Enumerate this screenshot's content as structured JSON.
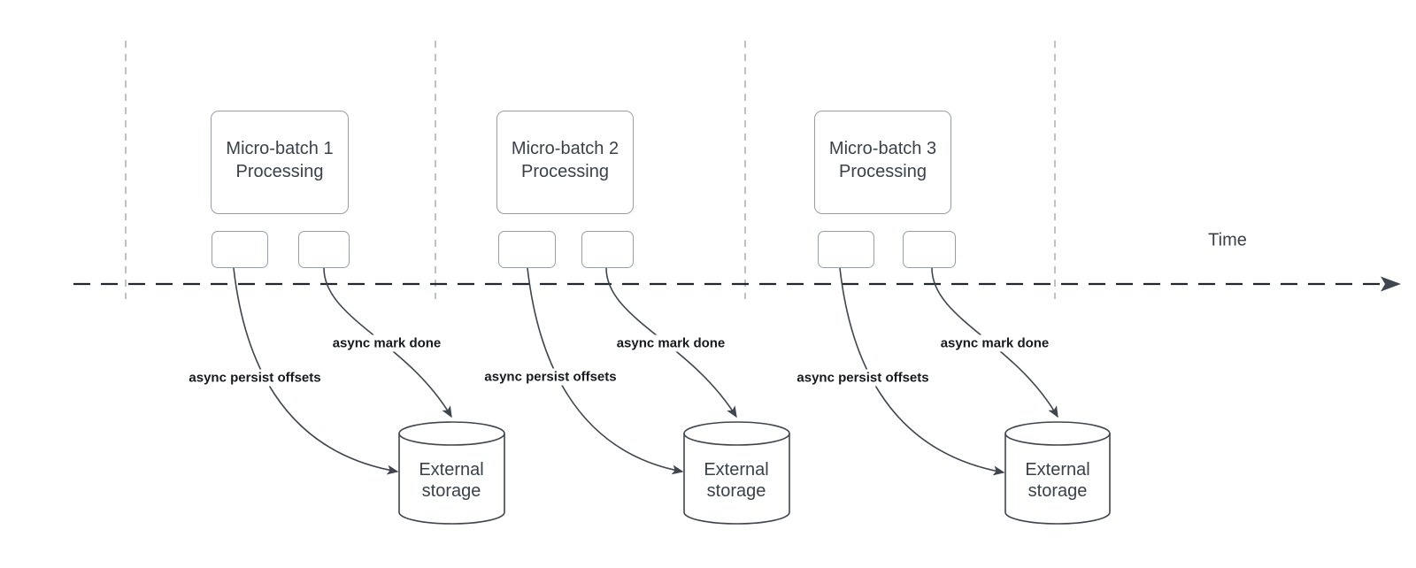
{
  "diagram": {
    "time_axis_label": "Time",
    "groups": [
      {
        "process_label": "Micro-batch 1\nProcessing",
        "persist_arrow_label": "async persist offsets",
        "mark_done_arrow_label": "async mark done",
        "storage_label": "External storage"
      },
      {
        "process_label": "Micro-batch 2\nProcessing",
        "persist_arrow_label": "async persist offsets",
        "mark_done_arrow_label": "async mark done",
        "storage_label": "External storage"
      },
      {
        "process_label": "Micro-batch 3\nProcessing",
        "persist_arrow_label": "async persist offsets",
        "mark_done_arrow_label": "async mark done",
        "storage_label": "External storage"
      }
    ]
  },
  "colors": {
    "bg": "#ffffff",
    "box-border": "#989ea6",
    "shape-stroke": "#3f4650",
    "box-text": "#3a414b",
    "edge-label-text": "#16191e",
    "axis-line": "#22272f",
    "guide-line": "#b5b8bd"
  }
}
